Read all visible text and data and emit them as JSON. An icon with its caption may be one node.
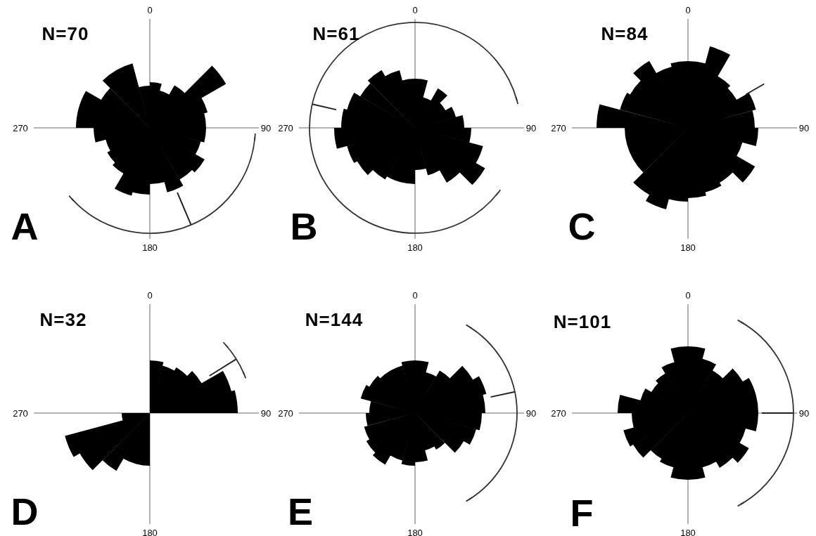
{
  "diagram": {
    "labels": [
      "N=70",
      "0",
      "270",
      "90",
      "A",
      "180",
      "N=61",
      "0",
      "270",
      "90",
      "B",
      "180",
      "N=84",
      "0",
      "270",
      "90",
      "C",
      "180",
      "N=32",
      "0",
      "270",
      "90",
      "D",
      "180",
      "N=144",
      "0",
      "270",
      "90",
      "E",
      "180",
      "N=101",
      "0",
      "270",
      "90",
      "F",
      "180"
    ]
  }
}
